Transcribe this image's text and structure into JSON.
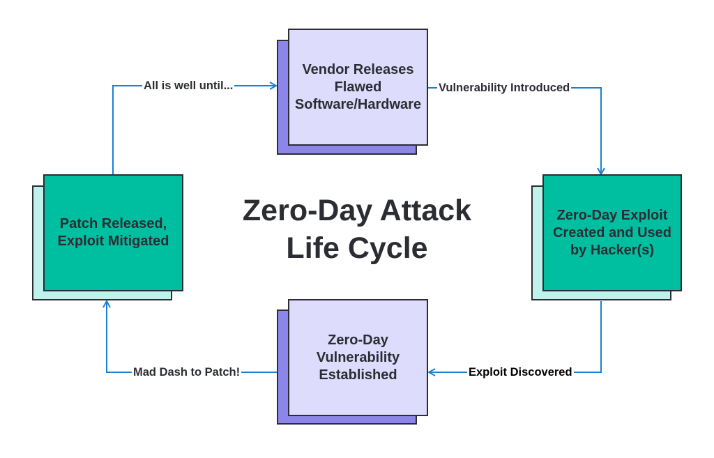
{
  "title": "Zero-Day Attack\nLife Cycle",
  "boxes": {
    "vendor": "Vendor Releases\nFlawed\nSoftware/Hardware",
    "exploit_created": "Zero-Day Exploit\nCreated and Used\nby Hacker(s)",
    "vulnerability_established": "Zero-Day\nVulnerability\nEstablished",
    "patch_released": "Patch Released,\nExploit Mitigated"
  },
  "connectors": {
    "all_is_well": "All is well until...",
    "vulnerability_introduced": "Vulnerability Introduced",
    "exploit_discovered": "Exploit Discovered",
    "mad_dash": "Mad Dash to Patch!"
  },
  "colors": {
    "purple_light": "#dddcfc",
    "purple_dark": "#8c85ea",
    "teal": "#00bfa0",
    "teal_light": "#bff2ea",
    "arrow": "#1a7fd4",
    "text": "#2b2d33"
  }
}
